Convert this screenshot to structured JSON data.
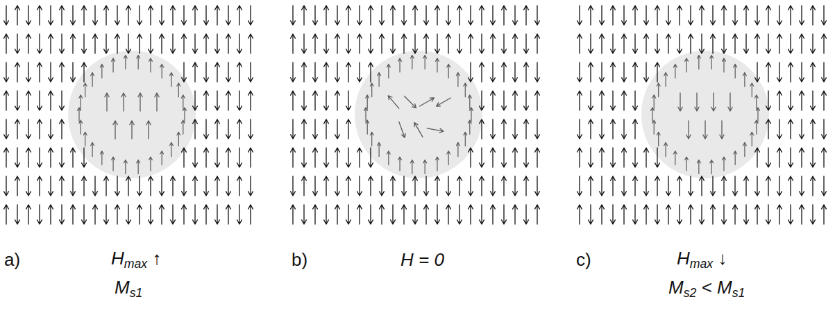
{
  "diagram": {
    "labels": [
      "a)",
      "Hmax ↑",
      "Ms1",
      "b)",
      "H = 0",
      "c)",
      "Hmax ↓",
      "Ms2 < Ms1"
    ]
  }
}
